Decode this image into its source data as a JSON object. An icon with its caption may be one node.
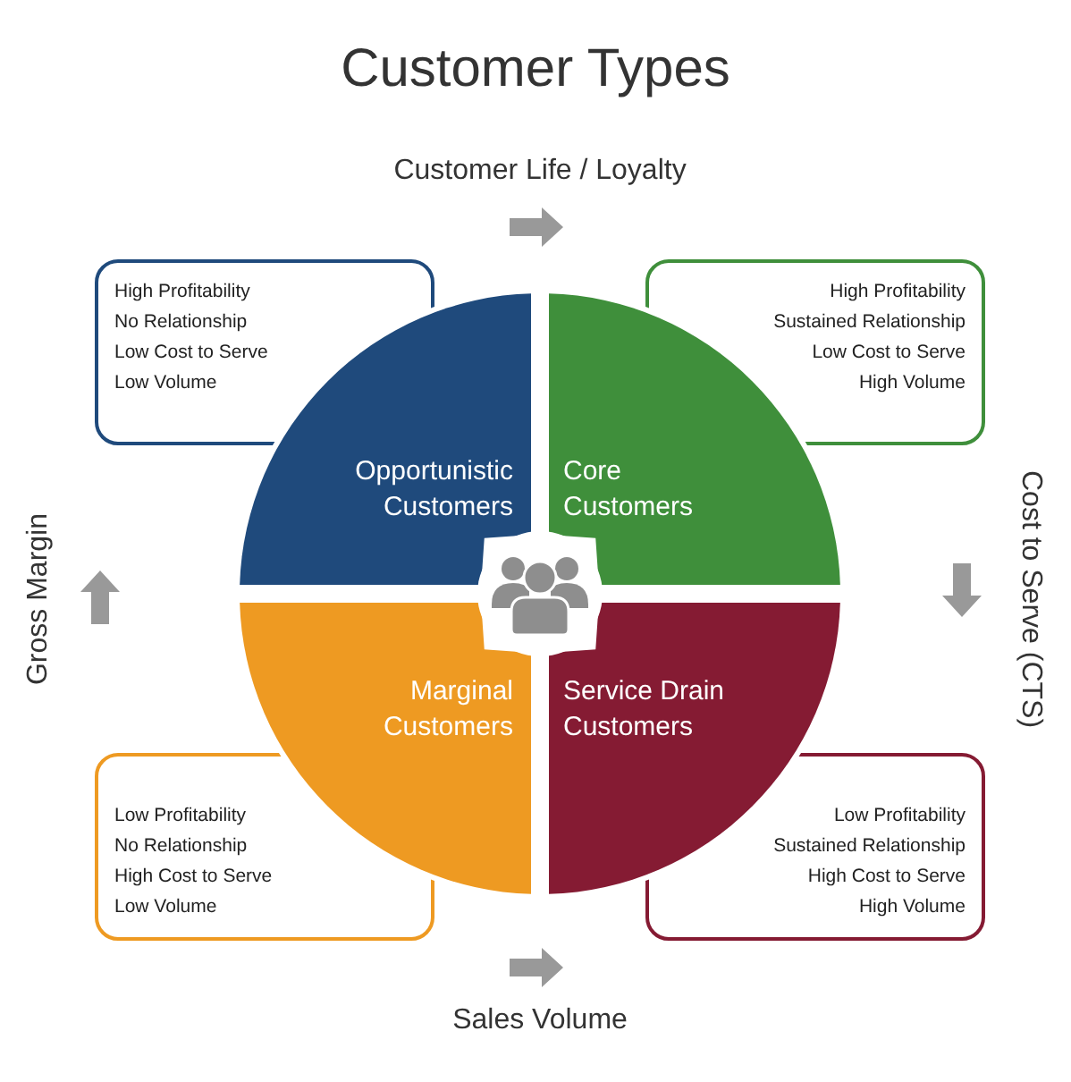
{
  "diagram": {
    "title": "Customer Types",
    "nodes": [
      {
        "text": [
          "High Profitability",
          "No Relationship",
          "Low Cost to Serve",
          "Low Volume"
        ]
      },
      {
        "text": [
          "High Profitability",
          "Sustained Relationship",
          "Low Cost to Serve",
          "High Volume"
        ]
      },
      {
        "text": [
          "Opportunistic Customers"
        ]
      },
      {
        "text": [
          "Core Customers"
        ]
      },
      {
        "text": [
          "Marginal Customers"
        ]
      },
      {
        "text": [
          "Service Drain Customers"
        ]
      },
      {
        "text": [
          "Low Profitability",
          "No Relationship",
          "High Cost to Serve",
          "Low Volume"
        ]
      },
      {
        "text": [
          "Low Profitability",
          "Sustained Relationship",
          "High Cost to Serve",
          "High Volume"
        ]
      }
    ],
    "labels": [
      "Customer Life / Loyalty",
      "Gross Margin",
      "Cost to Serve (CTS)",
      "Sales Volume"
    ]
  }
}
